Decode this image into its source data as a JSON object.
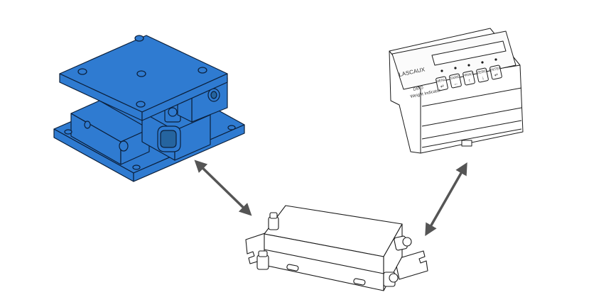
{
  "colors": {
    "load_cell_fill": "#2f7bd1",
    "load_cell_stroke": "#0b1f3a",
    "line": "#1a1a1a",
    "arrow": "#555555",
    "device_fill": "#ffffff"
  },
  "nodes": [
    {
      "id": "load-cell-mount",
      "icon": "weighing-module-icon"
    },
    {
      "id": "junction-box",
      "icon": "junction-box-icon"
    },
    {
      "id": "weight-indicator",
      "icon": "din-rail-indicator-icon"
    }
  ],
  "edges": [
    {
      "from": "load-cell-mount",
      "to": "junction-box",
      "direction": "bidirectional"
    },
    {
      "from": "junction-box",
      "to": "weight-indicator",
      "direction": "bidirectional"
    }
  ],
  "indicator": {
    "brand": "LASCAUX",
    "model": "D570",
    "product": "Weight Indicator",
    "buttons": [
      {
        "top": "MENU",
        "glyph": "↵"
      },
      {
        "top": "TARE",
        "glyph": "←"
      },
      {
        "top": "PRINT",
        "glyph": "↑"
      },
      {
        "top": "ZERO",
        "glyph": "↓"
      },
      {
        "top": "ENTER",
        "glyph": "↵"
      }
    ]
  }
}
